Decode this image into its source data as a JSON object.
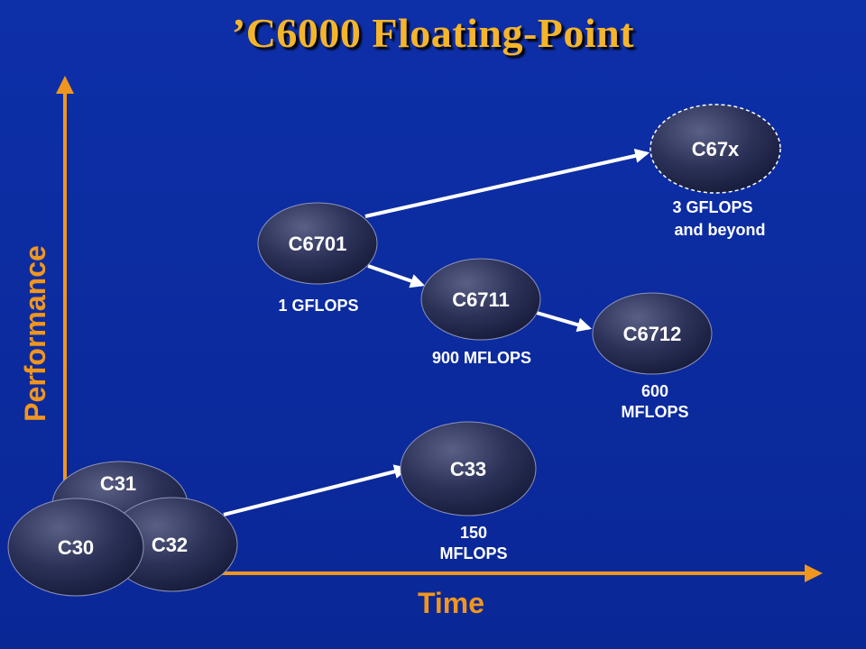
{
  "title": "’C6000 Floating-Point",
  "axes": {
    "x_label": "Time",
    "y_label": "Performance"
  },
  "chips": {
    "c67x": "C67x",
    "c6701": "C6701",
    "c6711": "C6711",
    "c6712": "C6712",
    "c33": "C33",
    "c31": "C31",
    "c32": "C32",
    "c30": "C30"
  },
  "performance": {
    "c67x_line1": "3 GFLOPS",
    "c67x_line2": "and beyond",
    "c6701": "1 GFLOPS",
    "c6711": "900 MFLOPS",
    "c6712_line1": "600",
    "c6712_line2": "MFLOPS",
    "c33_line1": "150",
    "c33_line2": "MFLOPS"
  },
  "colors": {
    "background": "#0d2fa8",
    "title": "#f5b52a",
    "axis": "#f0961e",
    "bubble_light": "#5a5f85",
    "bubble_dark": "#161b3a",
    "arrow": "#ffffff",
    "text": "#ffffff"
  }
}
